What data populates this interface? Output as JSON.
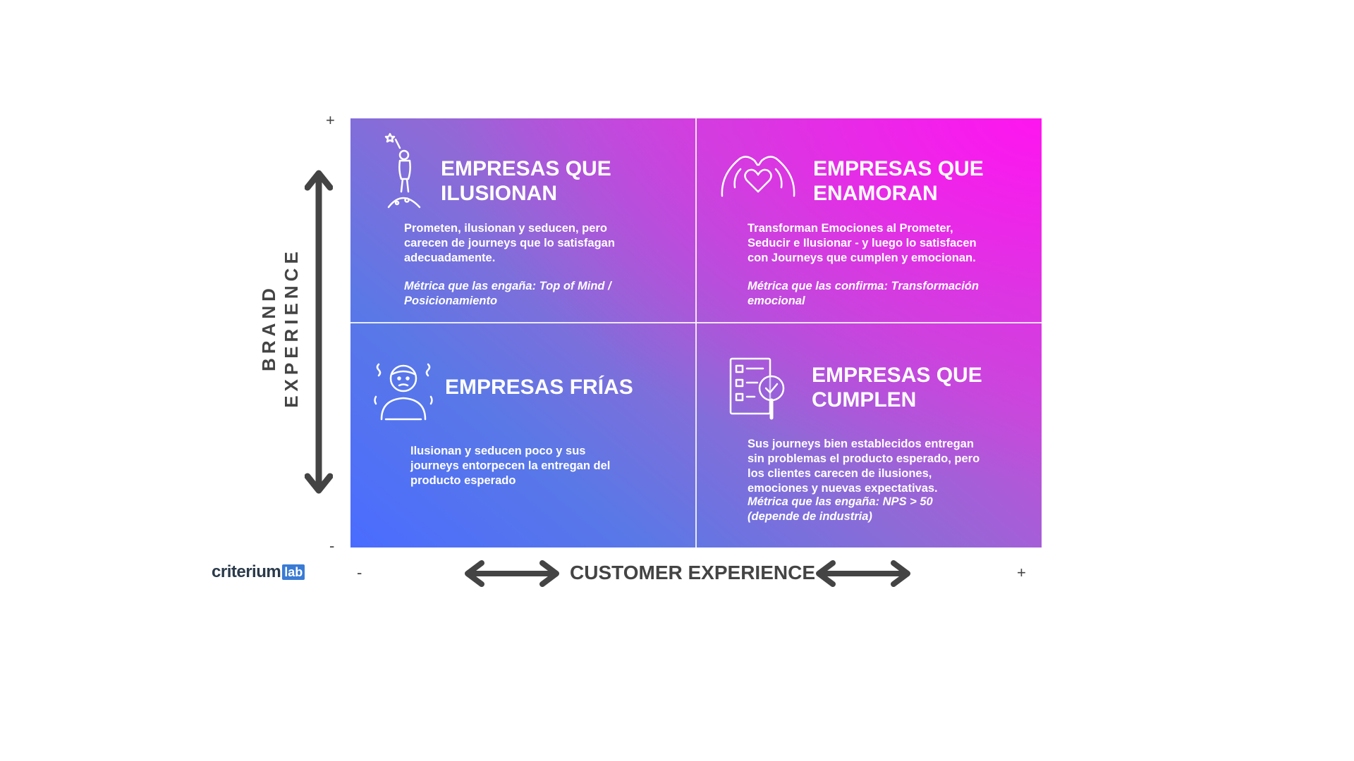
{
  "y_axis": {
    "label_line1": "BRAND",
    "label_line2": "EXPERIENCE",
    "plus": "+",
    "minus": "-"
  },
  "x_axis": {
    "label": "CUSTOMER EXPERIENCE",
    "plus": "+",
    "minus": "-"
  },
  "logo": {
    "text": "criterium",
    "badge": "lab"
  },
  "quadrants": {
    "top_left": {
      "title": "EMPRESAS QUE\nILUSIONAN",
      "description": "Prometen, ilusionan y seducen, pero\ncarecen de journeys que lo satisfagan\nadecuadamente.",
      "metric": "Métrica que las engaña: Top of Mind /\nPosicionamiento",
      "icon": "child-reaching-star-icon"
    },
    "top_right": {
      "title": "EMPRESAS QUE\nENAMORAN",
      "description": "Transforman Emociones al Prometer,\nSeducir e Ilusionar - y luego lo satisfacen\ncon Journeys que cumplen y emocionan.",
      "metric": "Métrica que las confirma: Transformación\nemocional",
      "icon": "hands-heart-icon"
    },
    "bottom_left": {
      "title": "EMPRESAS FRÍAS",
      "description": "Ilusionan y seducen poco y sus\njourneys entorpecen la entregan del\nproducto esperado",
      "icon": "cold-person-icon"
    },
    "bottom_right": {
      "title": "EMPRESAS QUE\nCUMPLEN",
      "description": "Sus journeys bien establecidos entregan\nsin problemas el producto esperado, pero\nlos clientes carecen de ilusiones,\nemociones y nuevas expectativas.",
      "metric": "Métrica que las engaña: NPS > 50\n(depende de industria)",
      "icon": "checklist-magnifier-icon"
    }
  },
  "colors": {
    "gradient_start": "#4a6cff",
    "gradient_end": "#ff1af0",
    "axis": "#444444"
  }
}
